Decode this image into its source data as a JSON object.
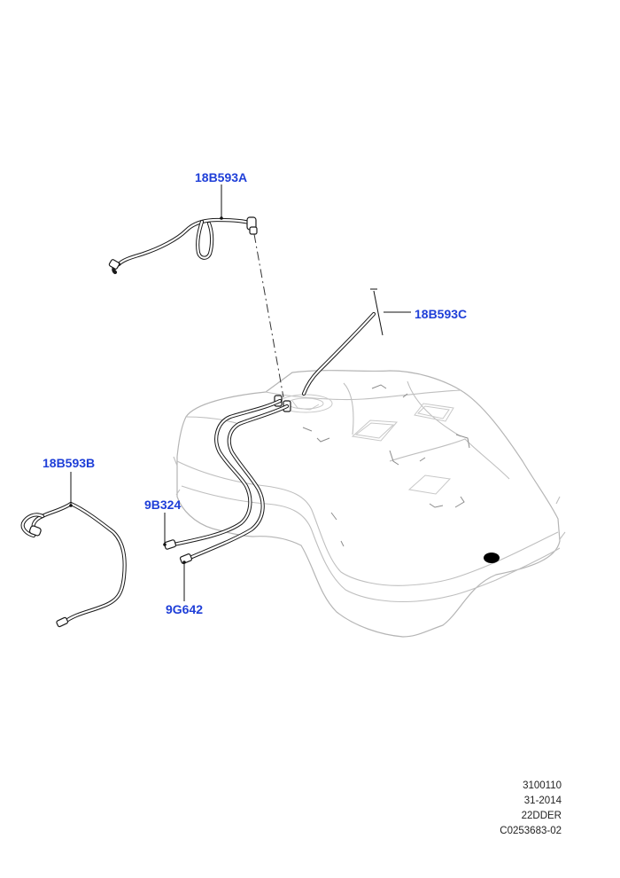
{
  "callouts": {
    "hose_a": "18B593A",
    "hose_b": "18B593B",
    "hose_c": "18B593C",
    "pipe_supply": "9B324",
    "pipe_return": "9G642"
  },
  "reference_codes": [
    "3100110",
    "31-2014",
    "22DDER",
    "C0253683-02"
  ],
  "colors": {
    "callout_text": "#1f3fd8",
    "line_art": "#1a1a1a",
    "tank_outline": "#b5b5b5"
  }
}
